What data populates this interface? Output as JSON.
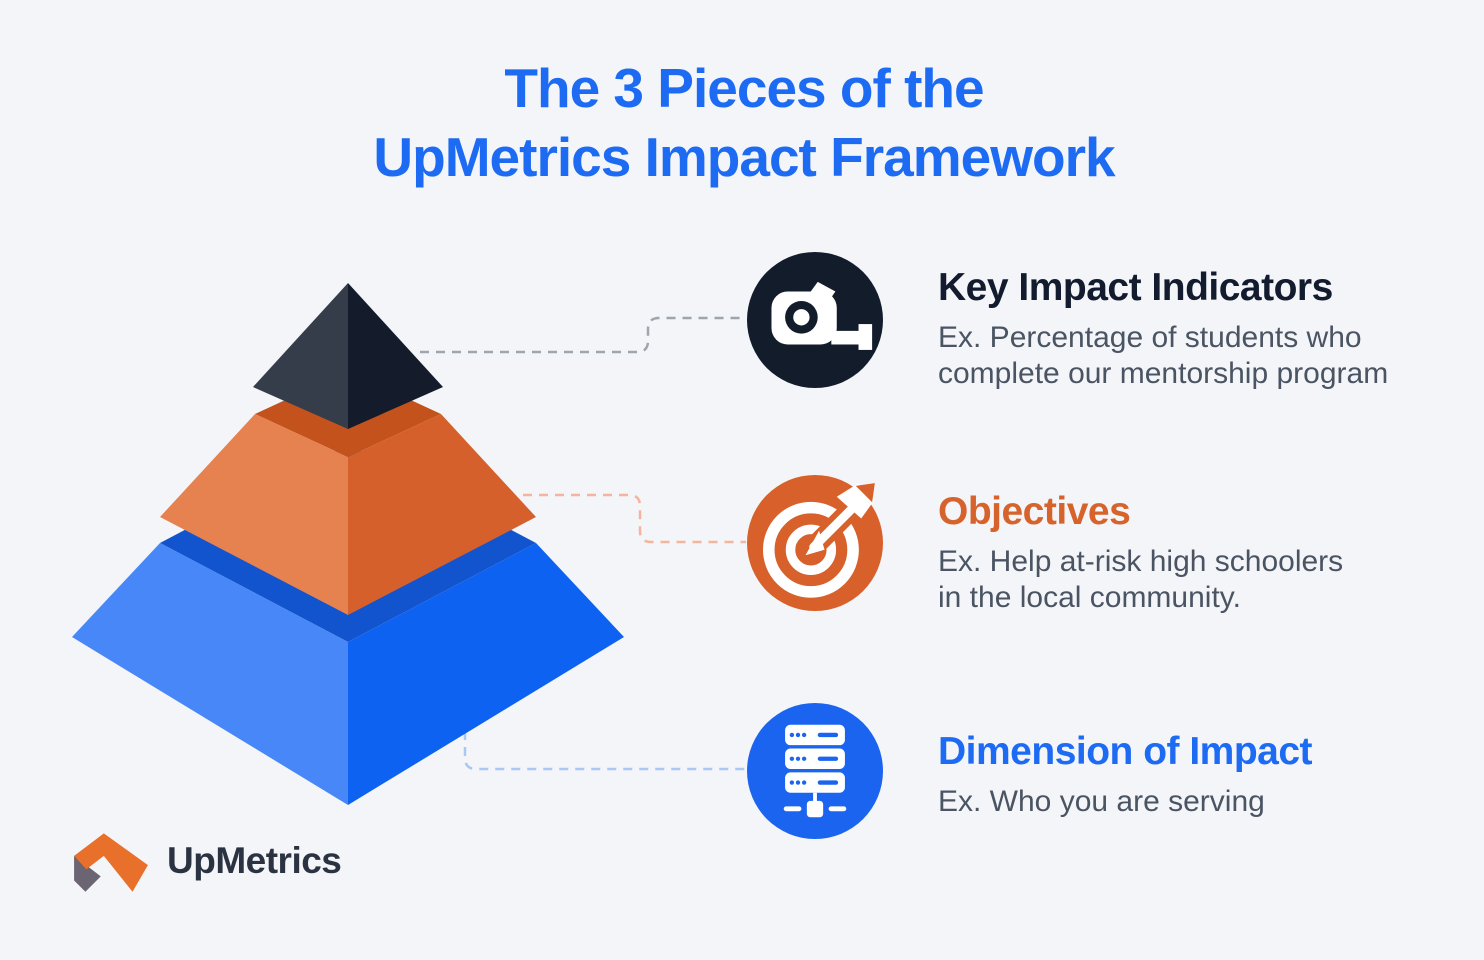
{
  "background": "#F3F5F8",
  "title": {
    "line1": "The 3 Pieces of the",
    "line2": "UpMetrics Impact Framework",
    "color": "#1D6BF3"
  },
  "sections": [
    {
      "heading": "Key Impact Indicators",
      "heading_color": "#121C2E",
      "body_lines": [
        "Ex. Percentage of students who",
        "complete our mentorship program"
      ],
      "icon": "tape-measure-icon",
      "icon_bg": "#131C2B",
      "connector_color": "#9EA5AF"
    },
    {
      "heading": "Objectives",
      "heading_color": "#D7632C",
      "body_lines": [
        "Ex. Help at-risk high schoolers",
        "in the local community."
      ],
      "icon": "target-dart-icon",
      "icon_bg": "#D7602B",
      "connector_color": "#F3B59E"
    },
    {
      "heading": "Dimension of Impact",
      "heading_color": "#1D6BF3",
      "body_lines": [
        "Ex. Who you are serving"
      ],
      "icon": "server-rack-icon",
      "icon_bg": "#1B64EF",
      "connector_color": "#A8C8F6"
    }
  ],
  "pyramid": {
    "tiers": [
      {
        "position": "top",
        "label": "Key Impact Indicators",
        "face_left": "#353D4A",
        "face_right": "#141C2B"
      },
      {
        "position": "middle",
        "label": "Objectives",
        "face_top": "#C3521D",
        "face_left": "#E5824F",
        "face_right": "#D6602B"
      },
      {
        "position": "bottom",
        "label": "Dimension of Impact",
        "face_top": "#1254CD",
        "face_left": "#4787F7",
        "face_right": "#0E62F1"
      }
    ]
  },
  "logo": {
    "text": "UpMetrics",
    "text_color": "#2B3342",
    "mark_orange": "#E8702A",
    "mark_gray": "#6B6573"
  }
}
